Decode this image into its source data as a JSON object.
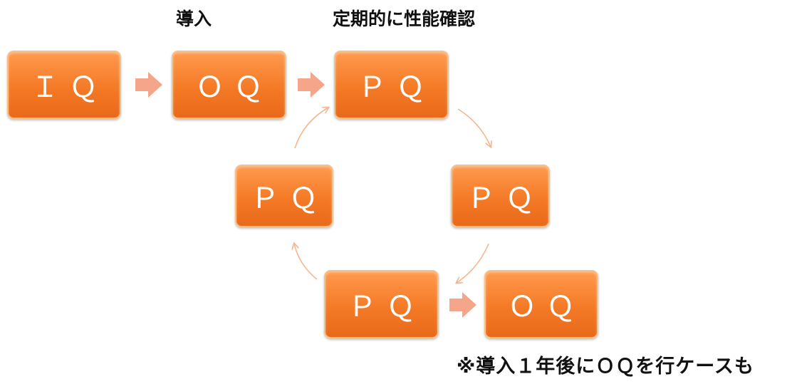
{
  "labels": {
    "intro": "導入",
    "periodic": "定期的に性能確認",
    "note": "※導入１年後にＯＱを行ケースも"
  },
  "boxes": {
    "iq": "ＩＱ",
    "oq_first": "ＯＱ",
    "pq_top": "ＰＱ",
    "pq_right": "ＰＱ",
    "pq_left": "ＰＱ",
    "pq_bottom": "ＰＱ",
    "oq_second": "ＯＱ"
  },
  "colors": {
    "box_fill": "#f47a26",
    "box_border": "#f6c089",
    "block_arrow": "#f5a58a",
    "cycle_arrow": "#f4b690",
    "text_box": "#ffffff",
    "text_label": "#111111"
  }
}
